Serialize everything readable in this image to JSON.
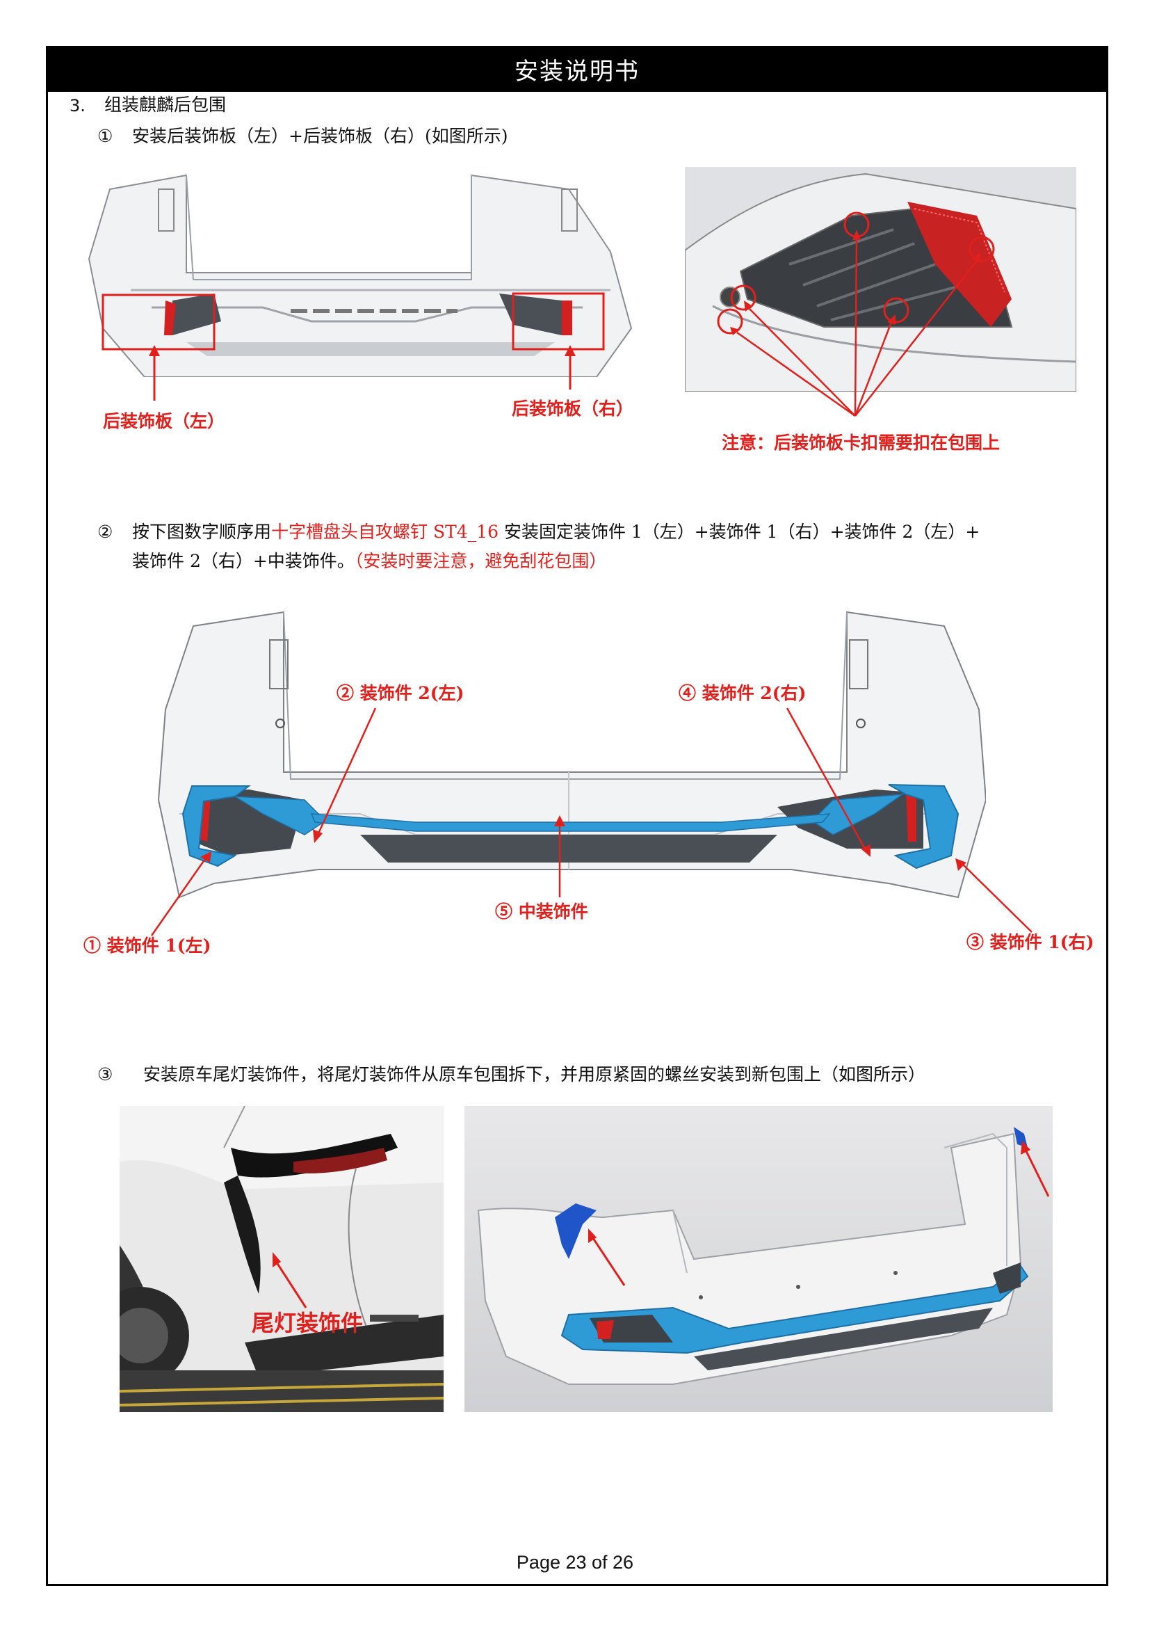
{
  "header": {
    "title": "安装说明书"
  },
  "section": {
    "number": "3.",
    "title": "组装麒麟后包围"
  },
  "step1": {
    "marker": "①",
    "text": "安装后装饰板（左）+后装饰板（右）(如图所示)",
    "label_left": "后装饰板（左）",
    "label_right": "后装饰板（右）",
    "note": "注意：后装饰板卡扣需要扣在包围上"
  },
  "step2": {
    "marker": "②",
    "text_a": "按下图数字顺序用",
    "text_highlight": "十字槽盘头自攻螺钉  ST4_16",
    "text_b": "安装固定装饰件 1（左）+装饰件 1（右）+装饰件 2（左）+",
    "text_c": "装饰件 2（右）+中装饰件。",
    "text_warn": "（安装时要注意，避免刮花包围）",
    "labels": {
      "p1": "① 装饰件 1(左)",
      "p2": "② 装饰件 2(左)",
      "p3": "③ 装饰件 1(右)",
      "p4": "④ 装饰件 2(右)",
      "p5": "⑤ 中装饰件"
    }
  },
  "step3": {
    "marker": "③",
    "text": "安装原车尾灯装饰件，将尾灯装饰件从原车包围拆下，并用原紧固的螺丝安装到新包围上（如图所示）",
    "photo_label": "尾灯装饰件"
  },
  "footer": {
    "page": "Page 23 of 26"
  },
  "colors": {
    "accent_red": "#e0201c",
    "trim_blue": "#2f9bd6",
    "title_bg": "#000000"
  }
}
